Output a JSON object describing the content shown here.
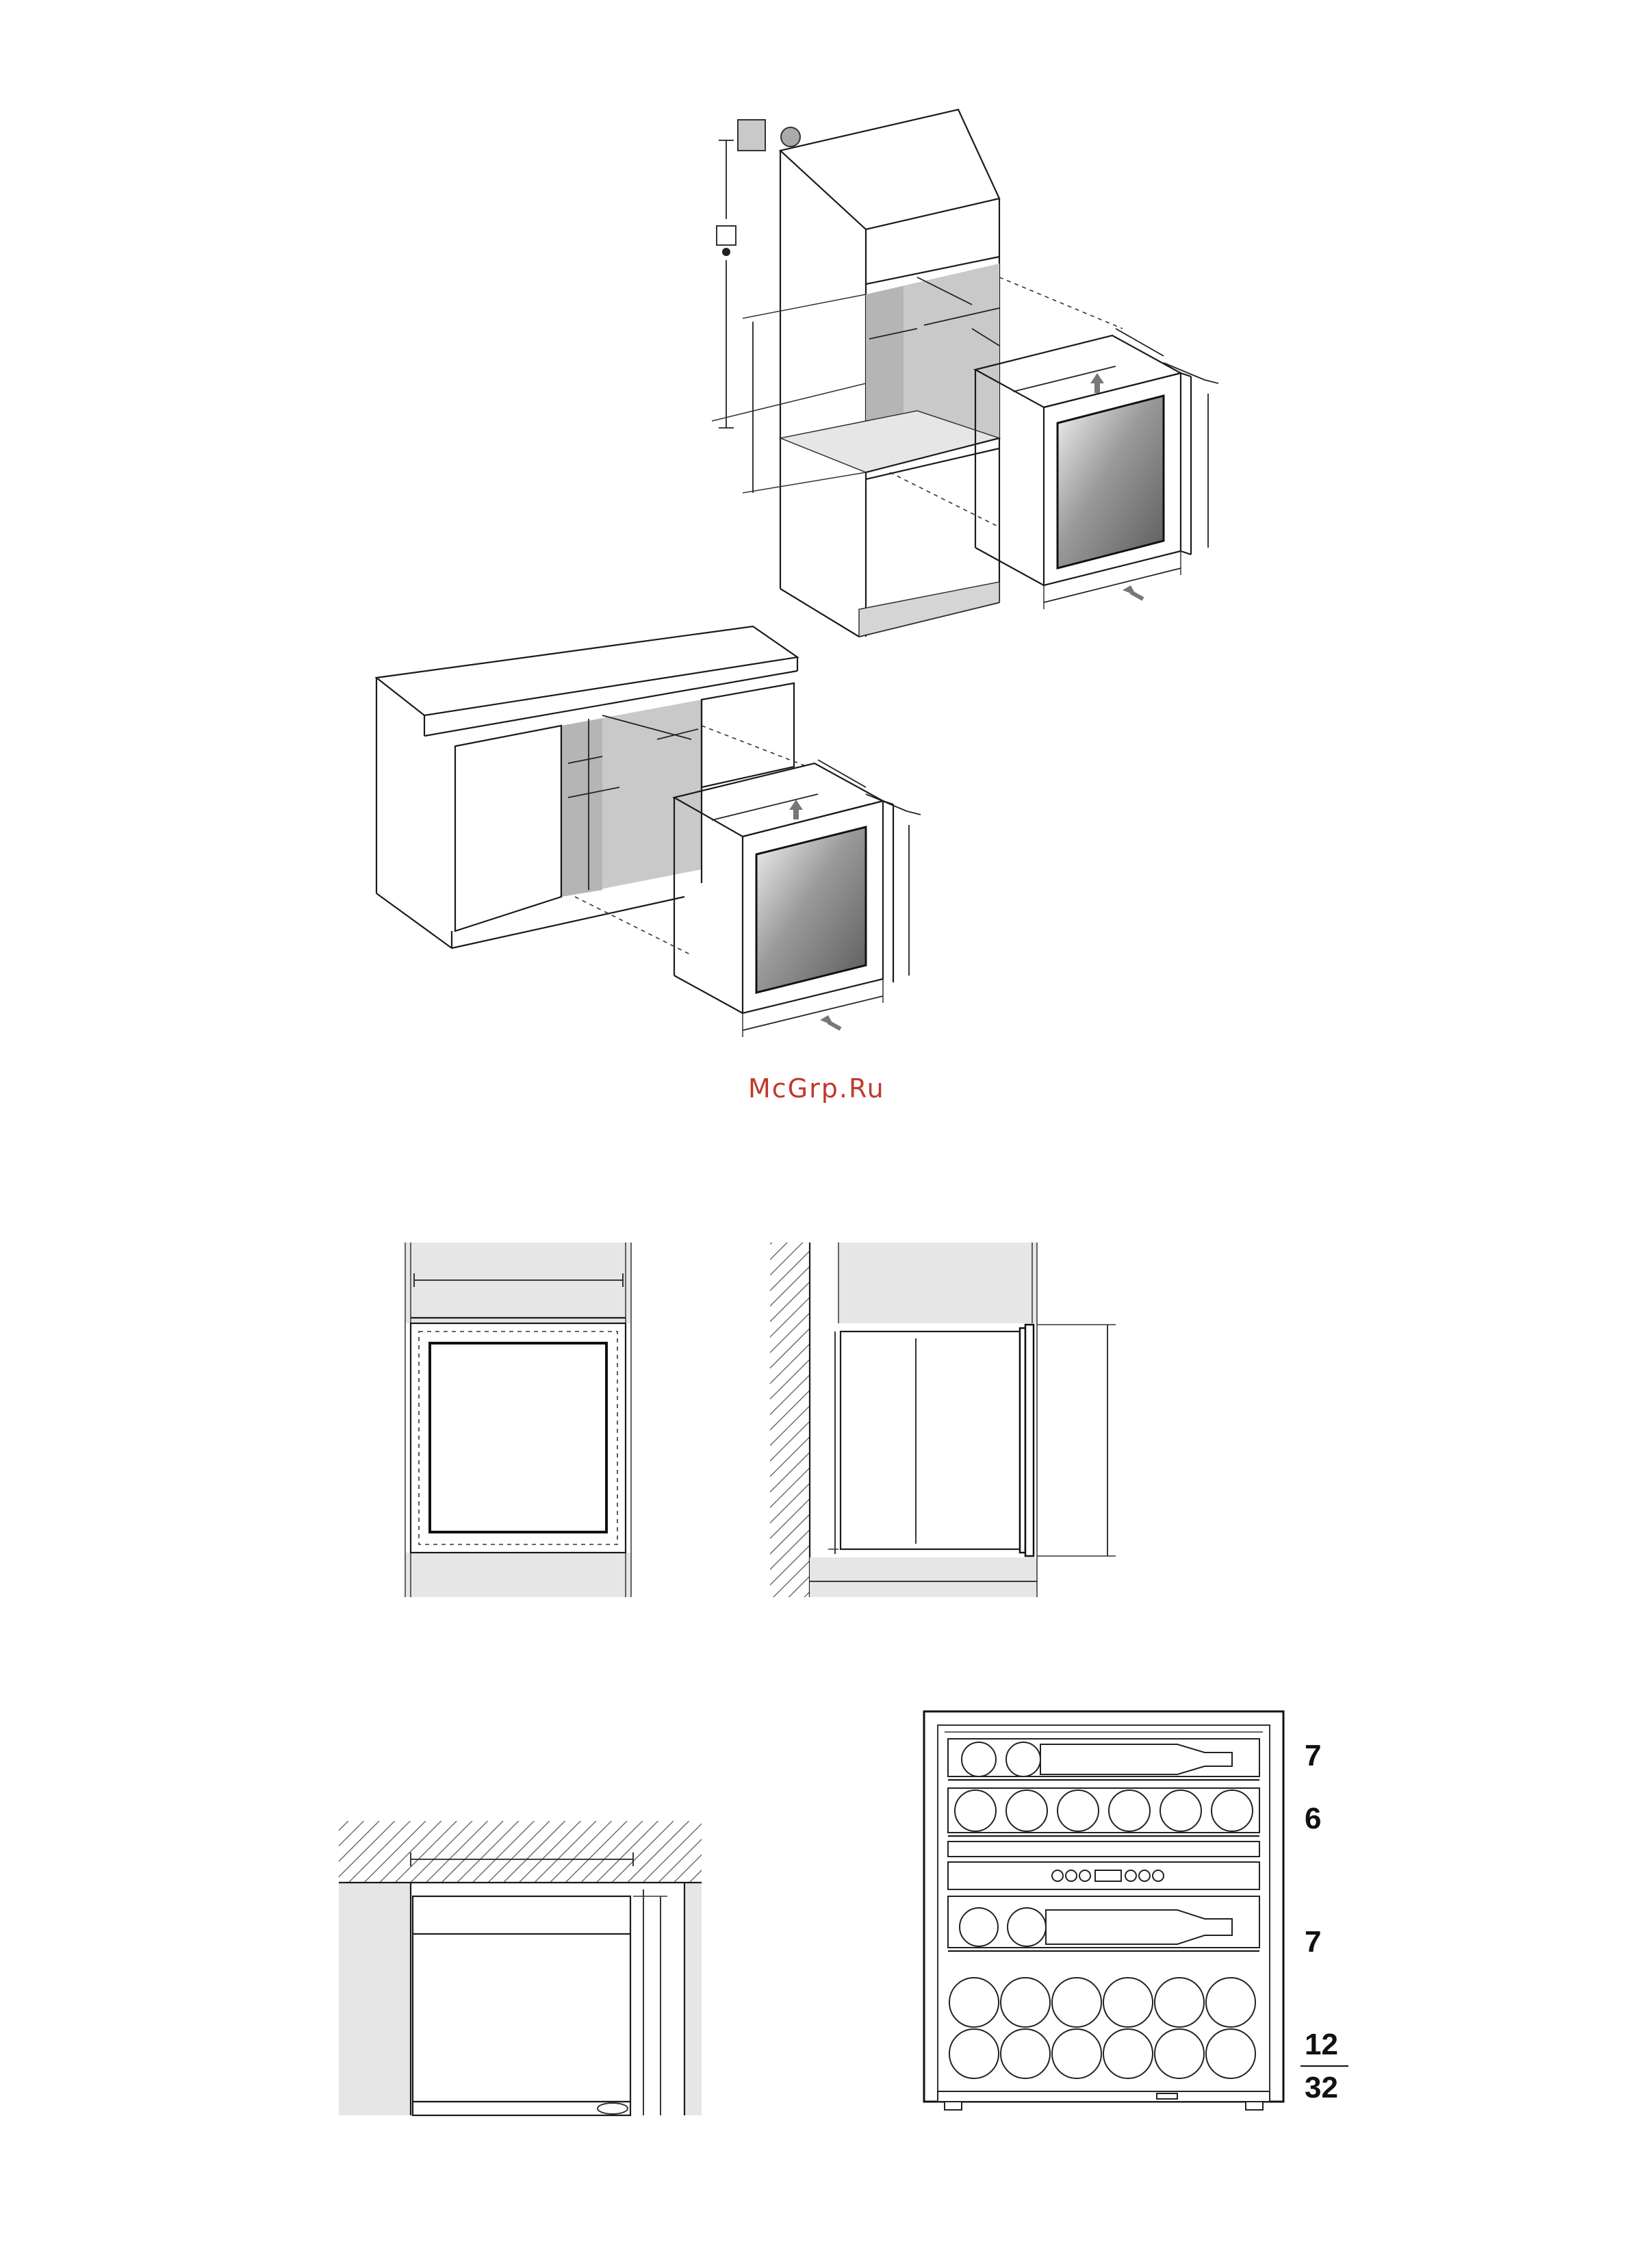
{
  "watermark": "McGrp.Ru",
  "capacity": {
    "zone1_top_shelf": "7",
    "zone1_shelf2": "6",
    "zone2_shelf1": "7",
    "zone2_bottom": "12",
    "total": "32"
  },
  "colors": {
    "watermark": "#c0392b",
    "line": "#1a1a1a",
    "niche_gray": "#c9c9c9"
  }
}
